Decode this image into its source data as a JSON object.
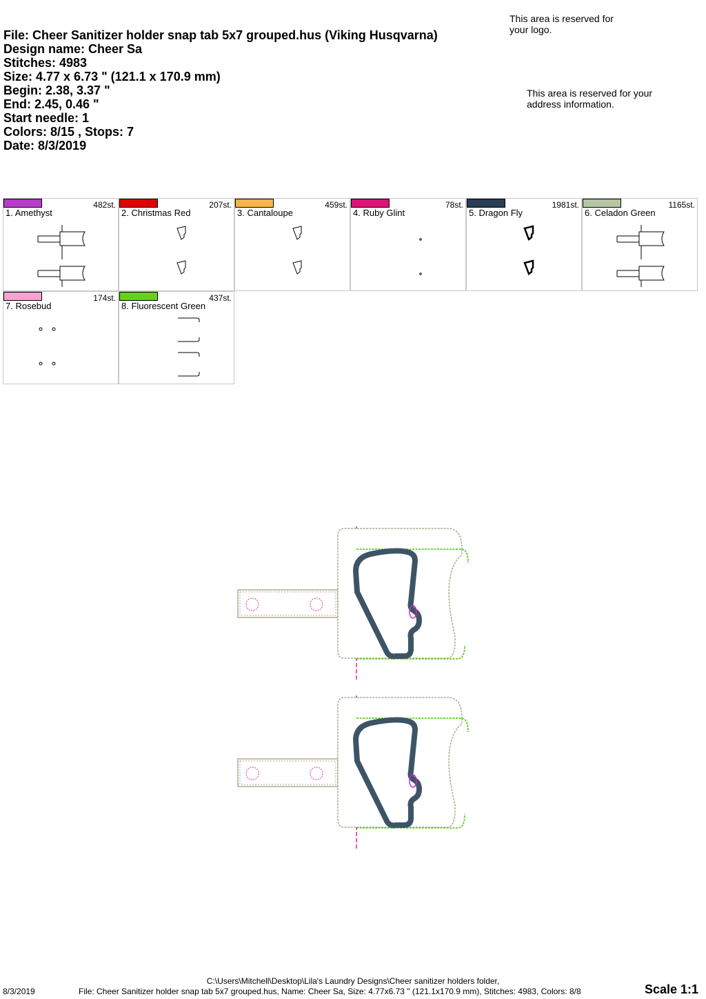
{
  "header": {
    "file_line": "File: Cheer Sanitizer holder snap tab 5x7 grouped.hus  (Viking Husqvarna)",
    "design_name": "Design name: Cheer Sa",
    "stitches": "Stitches: 4983",
    "size": "Size: 4.77 x 6.73 \" (121.1 x 170.9 mm)",
    "begin": "Begin: 2.38, 3.37 \"",
    "end": "End: 2.45, 0.46 \"",
    "start_needle": "Start needle: 1",
    "colors_stops": "Colors: 8/15 , Stops: 7",
    "date": "Date: 8/3/2019"
  },
  "reserved": {
    "logo": "This area is reserved for your logo.",
    "address": "This area is reserved for your address information."
  },
  "colors": [
    {
      "label": "1. Amethyst",
      "stitches": "482st.",
      "hex": "#b73cc8",
      "thumb": "tab"
    },
    {
      "label": "2. Christmas Red",
      "stitches": "207st.",
      "hex": "#e00000",
      "thumb": "mega"
    },
    {
      "label": "3. Cantaloupe",
      "stitches": "459st.",
      "hex": "#f5b54a",
      "thumb": "mega"
    },
    {
      "label": "4. Ruby Glint",
      "stitches": "78st.",
      "hex": "#e0127a",
      "thumb": "dot"
    },
    {
      "label": "5. Dragon Fly",
      "stitches": "1981st.",
      "hex": "#283e52",
      "thumb": "megabold"
    },
    {
      "label": "6. Celadon Green",
      "stitches": "1165st.",
      "hex": "#b4c6a4",
      "thumb": "tab"
    },
    {
      "label": "7. Rosebud",
      "stitches": "174st.",
      "hex": "#f7a3d0",
      "thumb": "snaps"
    },
    {
      "label": "8. Fluorescent Green",
      "stitches": "437st.",
      "hex": "#66d11d",
      "thumb": "brackets"
    }
  ],
  "design_colors": {
    "outline_tan": "#b0a890",
    "outline_green": "#5ccc1a",
    "megaphone": "#3d5466",
    "snap_pink": "#e070c0",
    "center_magenta": "#d028c8"
  },
  "footer": {
    "path": "C:\\Users\\Mitchell\\Desktop\\Lila's Laundry Designs\\Cheer sanitizer holders folder,",
    "file": "File: Cheer Sanitizer holder snap tab 5x7 grouped.hus, Name: Cheer Sa, Size: 4.77x6.73 \" (121.1x170.9 mm), Stitches: 4983, Colors: 8/8",
    "date": "8/3/2019",
    "scale": "Scale 1:1"
  }
}
